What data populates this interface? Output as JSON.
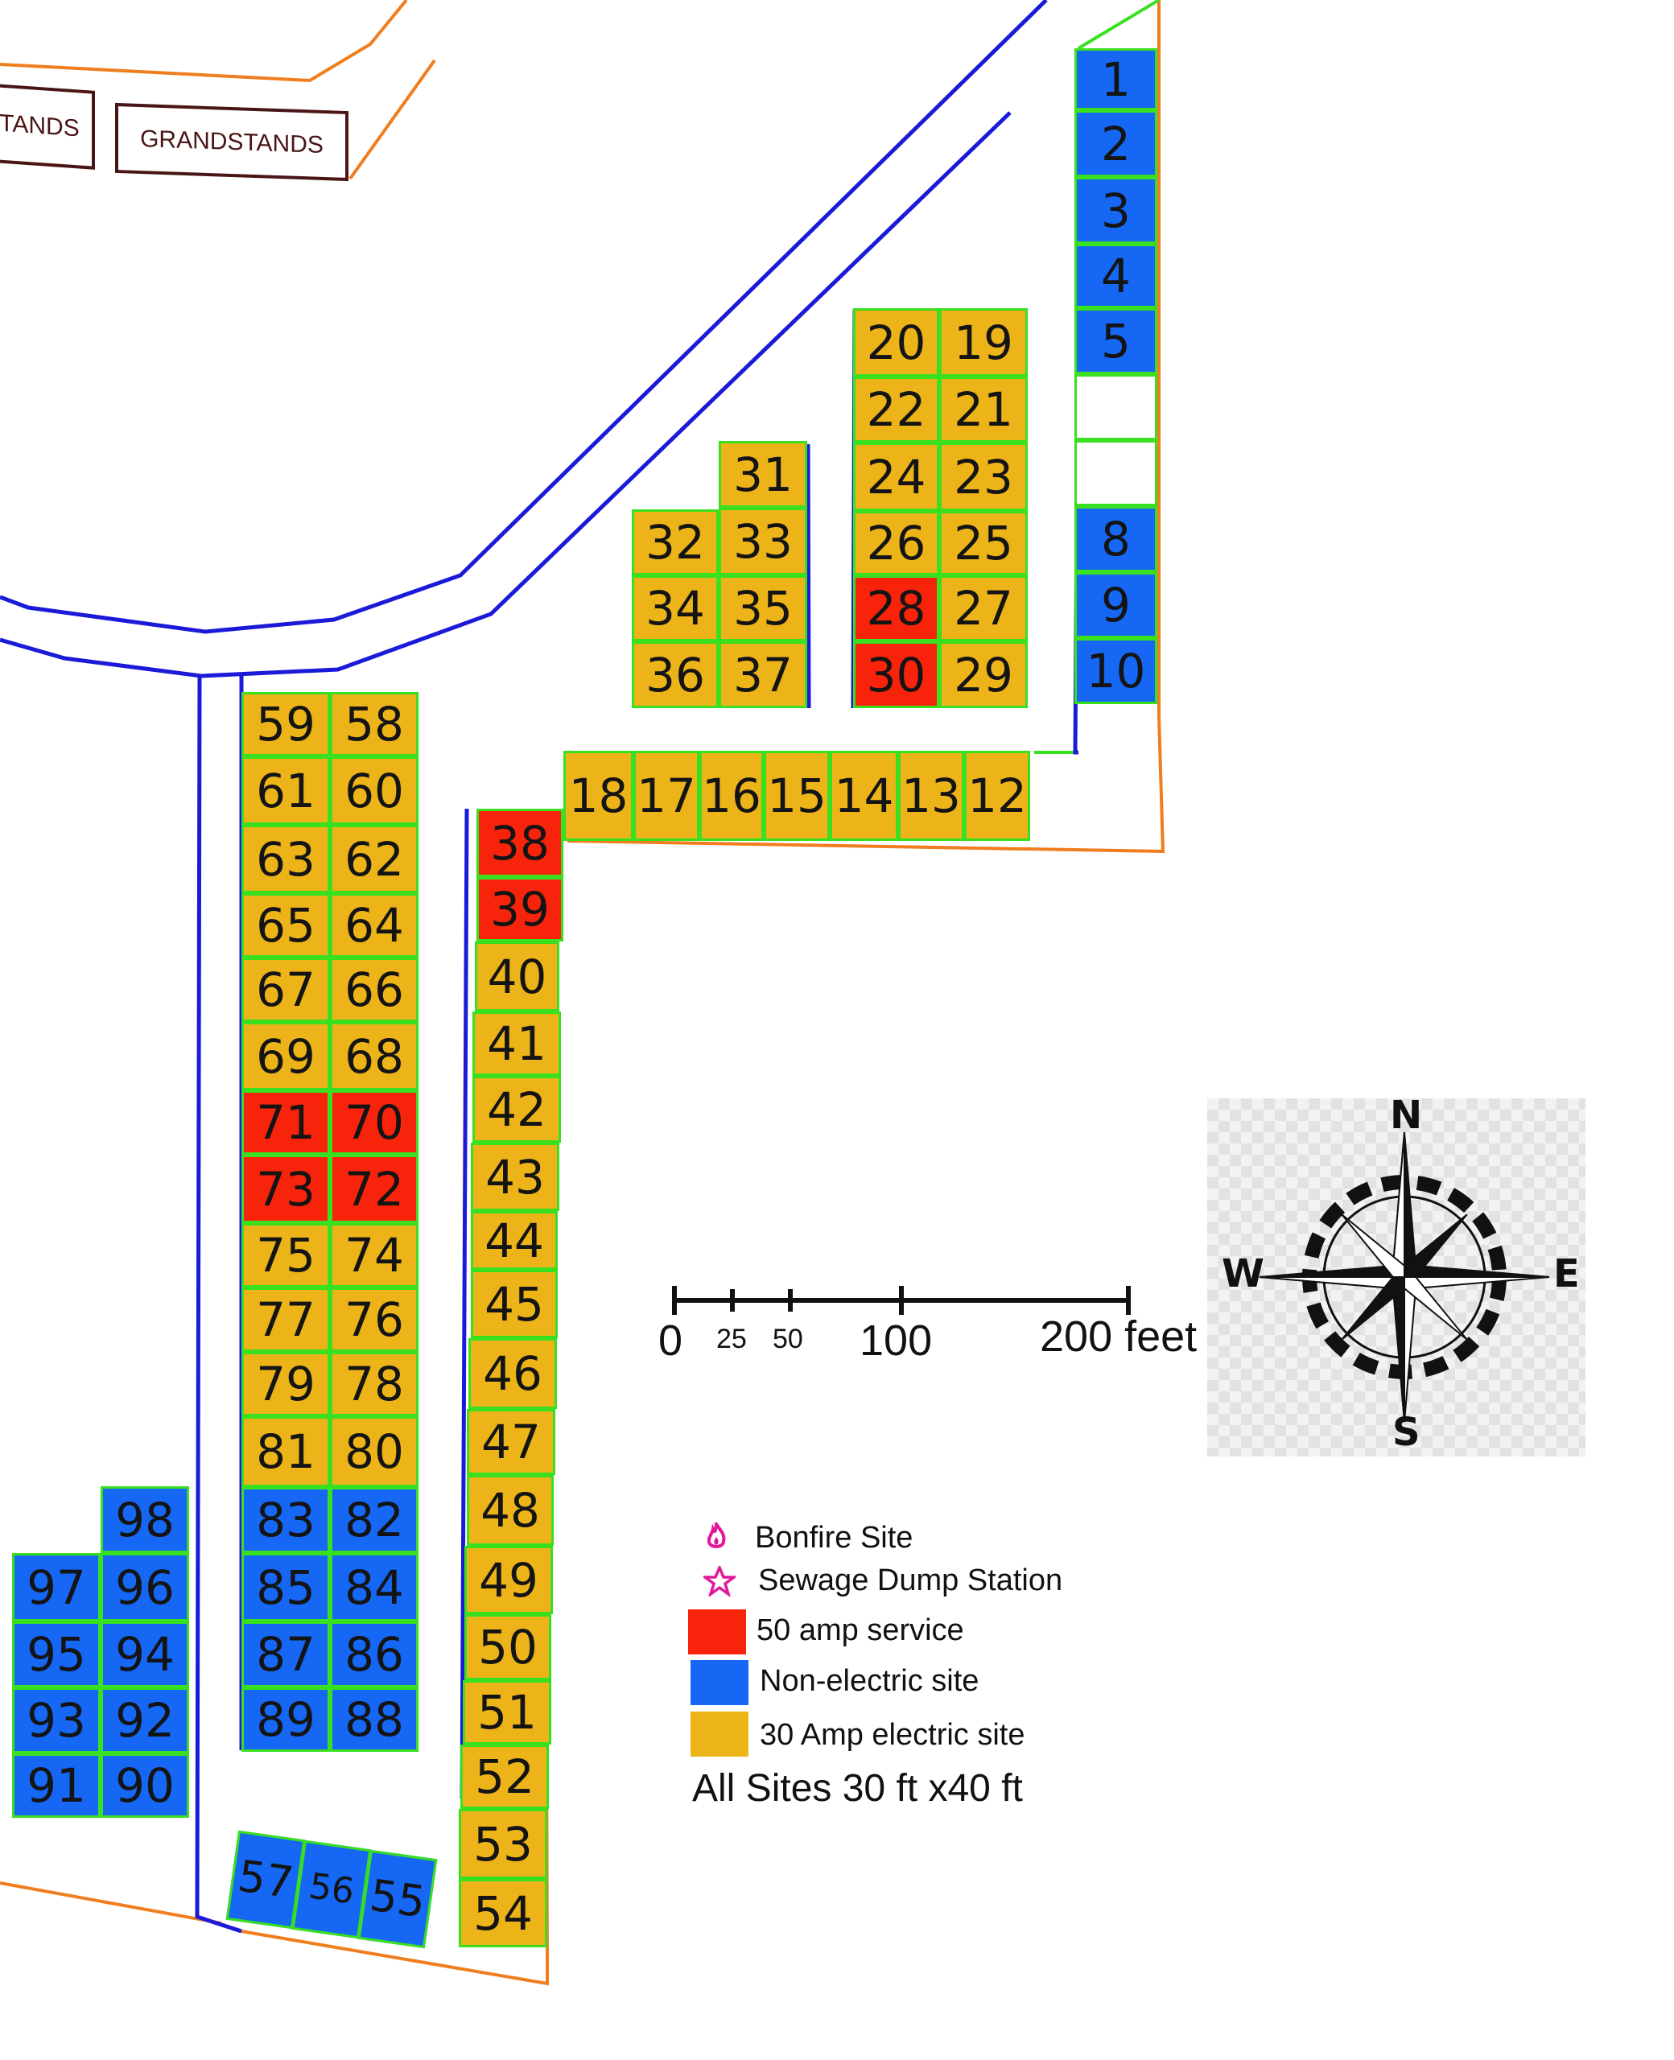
{
  "grandstands": [
    "TANDS",
    "GRANDSTANDS"
  ],
  "sites": [
    {
      "n": "1",
      "t": "blue"
    },
    {
      "n": "2",
      "t": "blue"
    },
    {
      "n": "3",
      "t": "blue"
    },
    {
      "n": "4",
      "t": "blue"
    },
    {
      "n": "5",
      "t": "blue"
    },
    {
      "n": "",
      "t": "empty"
    },
    {
      "n": "",
      "t": "empty"
    },
    {
      "n": "8",
      "t": "blue"
    },
    {
      "n": "9",
      "t": "blue"
    },
    {
      "n": "10",
      "t": "blue"
    },
    {
      "n": "20",
      "t": "orange"
    },
    {
      "n": "19",
      "t": "orange"
    },
    {
      "n": "22",
      "t": "orange"
    },
    {
      "n": "21",
      "t": "orange"
    },
    {
      "n": "24",
      "t": "orange"
    },
    {
      "n": "23",
      "t": "orange"
    },
    {
      "n": "26",
      "t": "orange"
    },
    {
      "n": "25",
      "t": "orange"
    },
    {
      "n": "28",
      "t": "red"
    },
    {
      "n": "27",
      "t": "orange"
    },
    {
      "n": "30",
      "t": "red"
    },
    {
      "n": "29",
      "t": "orange"
    },
    {
      "n": "31",
      "t": "orange"
    },
    {
      "n": "32",
      "t": "orange"
    },
    {
      "n": "33",
      "t": "orange"
    },
    {
      "n": "34",
      "t": "orange"
    },
    {
      "n": "35",
      "t": "orange"
    },
    {
      "n": "36",
      "t": "orange"
    },
    {
      "n": "37",
      "t": "orange"
    },
    {
      "n": "18",
      "t": "orange"
    },
    {
      "n": "17",
      "t": "orange"
    },
    {
      "n": "16",
      "t": "orange"
    },
    {
      "n": "15",
      "t": "orange"
    },
    {
      "n": "14",
      "t": "orange"
    },
    {
      "n": "13",
      "t": "orange"
    },
    {
      "n": "12",
      "t": "orange"
    },
    {
      "n": "38",
      "t": "red"
    },
    {
      "n": "39",
      "t": "red"
    },
    {
      "n": "40",
      "t": "orange"
    },
    {
      "n": "41",
      "t": "orange"
    },
    {
      "n": "42",
      "t": "orange"
    },
    {
      "n": "43",
      "t": "orange"
    },
    {
      "n": "44",
      "t": "orange"
    },
    {
      "n": "45",
      "t": "orange"
    },
    {
      "n": "46",
      "t": "orange"
    },
    {
      "n": "47",
      "t": "orange"
    },
    {
      "n": "48",
      "t": "orange"
    },
    {
      "n": "49",
      "t": "orange"
    },
    {
      "n": "50",
      "t": "orange"
    },
    {
      "n": "51",
      "t": "orange"
    },
    {
      "n": "52",
      "t": "orange"
    },
    {
      "n": "53",
      "t": "orange"
    },
    {
      "n": "54",
      "t": "orange"
    },
    {
      "n": "59",
      "t": "orange"
    },
    {
      "n": "58",
      "t": "orange"
    },
    {
      "n": "61",
      "t": "orange"
    },
    {
      "n": "60",
      "t": "orange"
    },
    {
      "n": "63",
      "t": "orange"
    },
    {
      "n": "62",
      "t": "orange"
    },
    {
      "n": "65",
      "t": "orange"
    },
    {
      "n": "64",
      "t": "orange"
    },
    {
      "n": "67",
      "t": "orange"
    },
    {
      "n": "66",
      "t": "orange"
    },
    {
      "n": "69",
      "t": "orange"
    },
    {
      "n": "68",
      "t": "orange"
    },
    {
      "n": "71",
      "t": "red"
    },
    {
      "n": "70",
      "t": "red"
    },
    {
      "n": "73",
      "t": "red"
    },
    {
      "n": "72",
      "t": "red"
    },
    {
      "n": "75",
      "t": "orange"
    },
    {
      "n": "74",
      "t": "orange"
    },
    {
      "n": "77",
      "t": "orange"
    },
    {
      "n": "76",
      "t": "orange"
    },
    {
      "n": "79",
      "t": "orange"
    },
    {
      "n": "78",
      "t": "orange"
    },
    {
      "n": "81",
      "t": "orange"
    },
    {
      "n": "80",
      "t": "orange"
    },
    {
      "n": "83",
      "t": "blue"
    },
    {
      "n": "82",
      "t": "blue"
    },
    {
      "n": "85",
      "t": "blue"
    },
    {
      "n": "84",
      "t": "blue"
    },
    {
      "n": "87",
      "t": "blue"
    },
    {
      "n": "86",
      "t": "blue"
    },
    {
      "n": "89",
      "t": "blue"
    },
    {
      "n": "88",
      "t": "blue"
    },
    {
      "n": "98",
      "t": "blue"
    },
    {
      "n": "97",
      "t": "blue"
    },
    {
      "n": "96",
      "t": "blue"
    },
    {
      "n": "95",
      "t": "blue"
    },
    {
      "n": "94",
      "t": "blue"
    },
    {
      "n": "93",
      "t": "blue"
    },
    {
      "n": "92",
      "t": "blue"
    },
    {
      "n": "91",
      "t": "blue"
    },
    {
      "n": "90",
      "t": "blue"
    },
    {
      "n": "57",
      "t": "blue"
    },
    {
      "n": "56",
      "t": "blue"
    },
    {
      "n": "55",
      "t": "blue"
    }
  ],
  "scale_bar": {
    "ticks": [
      "0",
      "25",
      "50",
      "100",
      "200 feet"
    ]
  },
  "compass": {
    "n": "N",
    "s": "S",
    "e": "E",
    "w": "W"
  },
  "legend": {
    "bonfire": "Bonfire Site",
    "dump": "Sewage Dump Station",
    "red": "50 amp service",
    "blue": "Non-electric site",
    "orange": "30 Amp electric site",
    "note": "All Sites 30 ft x40 ft"
  },
  "colors": {
    "red": "#f7240b",
    "blue": "#1567f4",
    "orange": "#ecb419",
    "border": "#39e020",
    "road": "#1a1ad8",
    "boundary": "#f07d1e"
  }
}
